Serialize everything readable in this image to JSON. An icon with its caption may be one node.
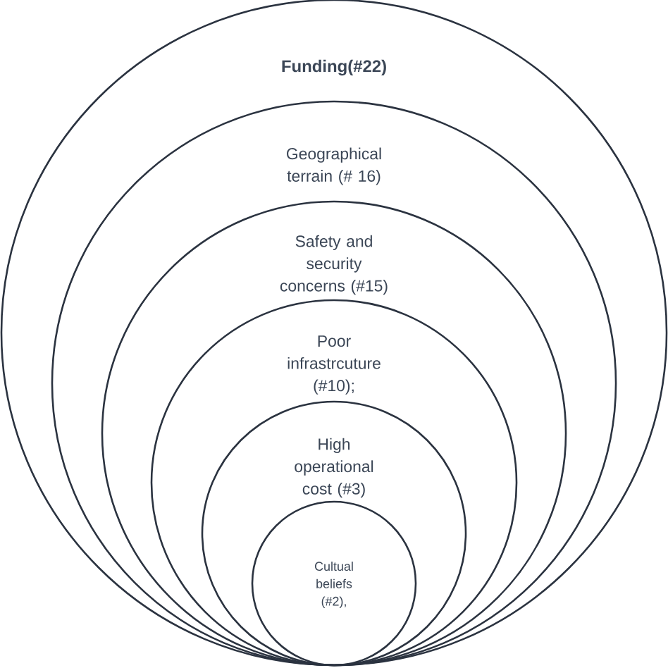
{
  "diagram": {
    "nodes": [
      {
        "text": [
          "**Funding(#22)**"
        ]
      },
      {
        "text": [
          "Geographical terrain (# 16)"
        ],
        "in": 0
      },
      {
        "text": [
          "Safety and security concerns (#15)"
        ],
        "in": 1
      },
      {
        "text": [
          "Poor infrastrcuture (#10);"
        ],
        "in": 2
      },
      {
        "text": [
          "High operational cost (#3)"
        ],
        "in": 3
      },
      {
        "text": [
          "Cultual beliefs (#2),"
        ],
        "in": 4
      }
    ]
  }
}
